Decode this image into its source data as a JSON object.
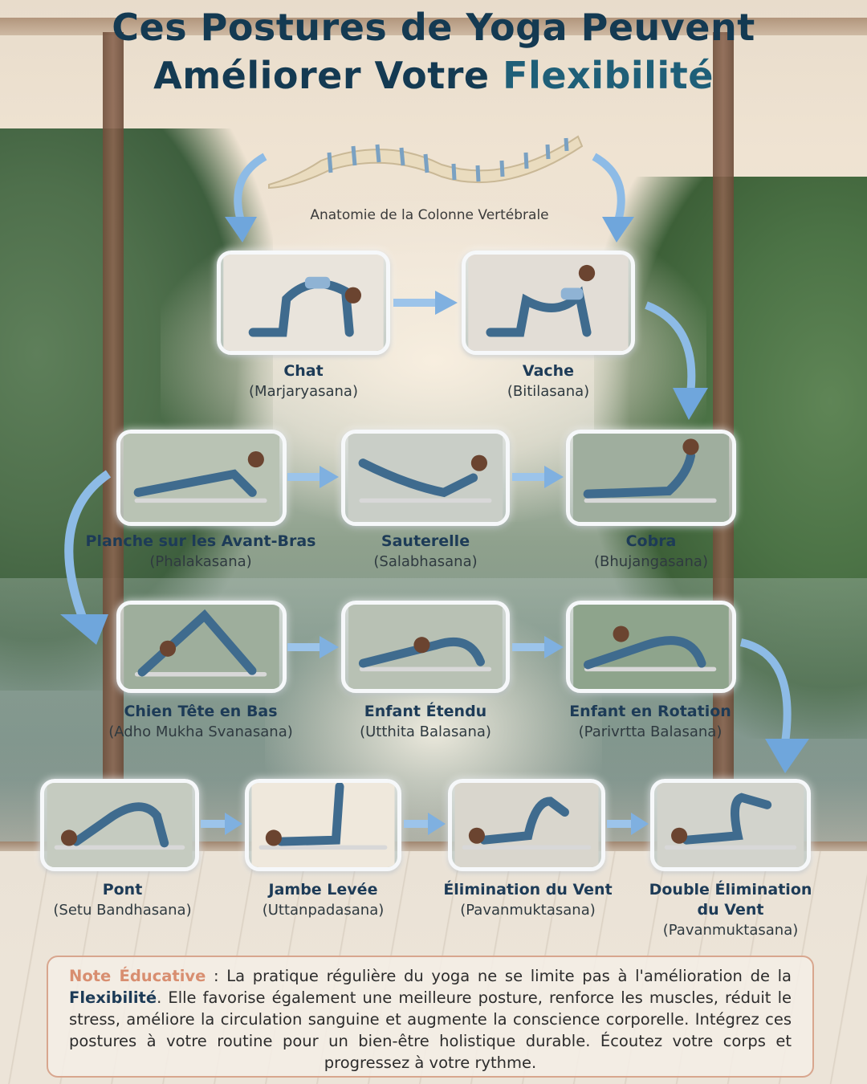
{
  "title": {
    "line1": "Ces Postures de Yoga Peuvent",
    "line2_prefix": "Améliorer Votre ",
    "line2_accent": "Flexibilité"
  },
  "spine": {
    "caption": "Anatomie de la Colonne Vertébrale",
    "icon": "spine-illustration"
  },
  "poses": [
    {
      "name": "Chat",
      "sanskrit": "(Marjaryasana)",
      "icon": "cat-pose-illustration"
    },
    {
      "name": "Vache",
      "sanskrit": "(Bitilasana)",
      "icon": "cow-pose-illustration"
    },
    {
      "name": "Planche sur les Avant-Bras",
      "sanskrit": "(Phalakasana)",
      "icon": "forearm-plank-illustration"
    },
    {
      "name": "Sauterelle",
      "sanskrit": "(Salabhasana)",
      "icon": "locust-pose-illustration"
    },
    {
      "name": "Cobra",
      "sanskrit": "(Bhujangasana)",
      "icon": "cobra-pose-illustration"
    },
    {
      "name": "Chien Tête en Bas",
      "sanskrit": "(Adho Mukha Svanasana)",
      "icon": "downward-dog-illustration"
    },
    {
      "name": "Enfant Étendu",
      "sanskrit": "(Utthita Balasana)",
      "icon": "extended-child-illustration"
    },
    {
      "name": "Enfant en Rotation",
      "sanskrit": "(Parivrtta Balasana)",
      "icon": "revolved-child-illustration"
    },
    {
      "name": "Pont",
      "sanskrit": "(Setu Bandhasana)",
      "icon": "bridge-pose-illustration"
    },
    {
      "name": "Jambe Levée",
      "sanskrit": "(Uttanpadasana)",
      "icon": "raised-leg-illustration"
    },
    {
      "name": "Élimination du Vent",
      "sanskrit": "(Pavanmuktasana)",
      "icon": "wind-relieving-illustration"
    },
    {
      "name": "Double Élimination du Vent",
      "sanskrit": "(Pavanmuktasana)",
      "icon": "double-wind-relieving-illustration"
    }
  ],
  "note": {
    "lead": "Note Éducative",
    "sep": " : ",
    "text1": "La pratique régulière du yoga ne se limite pas à l'amélioration de la ",
    "keyword": "Flexibilité",
    "text2": ". Elle favorise également une meilleure posture, renforce les muscles, réduit le stress, améliore la circulation sanguine et augmente la conscience corporelle. Intégrez ces postures à votre routine pour un bien-être holistique durable. Écoutez votre corps et progressez à votre rythme."
  },
  "colors": {
    "title": "#143a52",
    "title_accent": "#1f5f78",
    "pose_name": "#1d3b57",
    "note_lead": "#d88e70",
    "note_border": "#d8a68e",
    "arrow": "#7fb0e0"
  }
}
